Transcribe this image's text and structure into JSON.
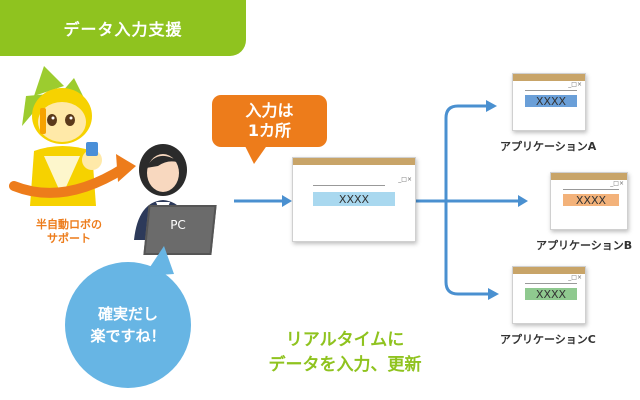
{
  "title": "データ入力支援",
  "callout": {
    "line1": "入力は",
    "line2": "1カ所"
  },
  "robot": {
    "caption_line1": "半自動ロボの",
    "caption_line2": "サポート"
  },
  "pc": {
    "label": "PC"
  },
  "bubble": {
    "line1": "確実だし",
    "line2": "楽ですね！"
  },
  "realtime": {
    "line1": "リアルタイムに",
    "line2": "データを入力、更新"
  },
  "window_controls": "_□×",
  "main_window": {
    "field_value": "XXXX",
    "field_color": "#a9d8ef"
  },
  "apps": [
    {
      "label": "アプリケーションA",
      "field_value": "XXXX",
      "field_color": "#6a9fd8"
    },
    {
      "label": "アプリケーションB",
      "field_value": "XXXX",
      "field_color": "#f3b27a"
    },
    {
      "label": "アプリケーションC",
      "field_value": "XXXX",
      "field_color": "#8fc98f"
    }
  ],
  "colors": {
    "green": "#8fc31f",
    "orange": "#ed7c1b",
    "blue_arrow": "#4a90d0",
    "bubble_blue": "#67b5e4",
    "window_bar": "#c8a468"
  }
}
